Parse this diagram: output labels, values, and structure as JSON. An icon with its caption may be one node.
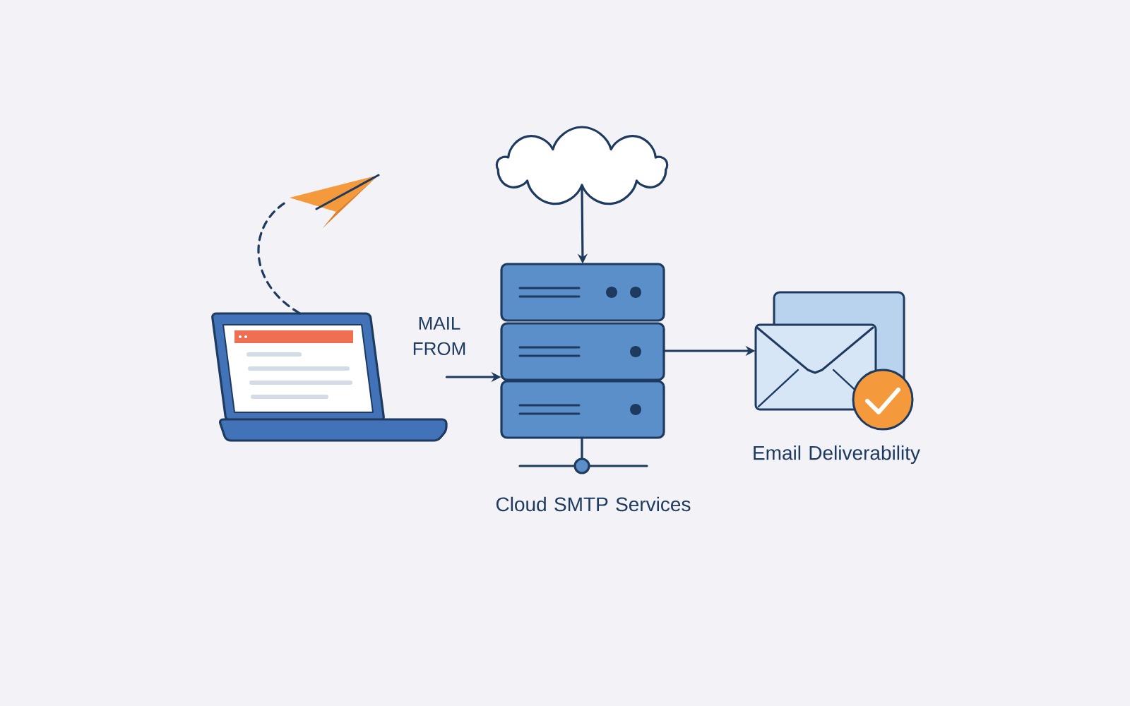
{
  "diagram": {
    "nodes": [
      {
        "text": [],
        "shape": "plane"
      },
      {
        "text": [],
        "shape": "laptop"
      },
      {
        "text": [],
        "shape": "cloud"
      },
      {
        "text": [],
        "shape": "server",
        "beside": [
          "Cloud SMTP Services"
        ]
      },
      {
        "text": [],
        "shape": "envelope",
        "beside": [
          "Email Deliverability"
        ]
      }
    ],
    "edges": [
      {
        "from": 1,
        "to": 0,
        "arrow": "none",
        "style": "dashed"
      },
      {
        "from": 2,
        "to": 3,
        "arrow": "to"
      },
      {
        "from": 1,
        "to": 3,
        "arrow": "to",
        "label": "MAIL FROM"
      },
      {
        "from": 3,
        "to": 4,
        "arrow": "to"
      }
    ]
  }
}
